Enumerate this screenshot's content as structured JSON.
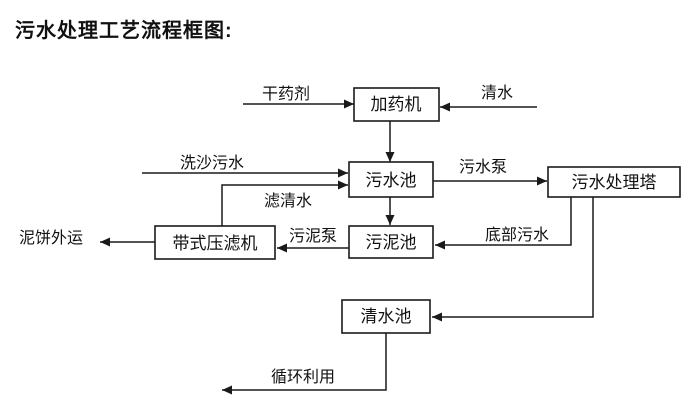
{
  "title": "污水处理工艺流程框图:",
  "nodes": {
    "dosing_machine": "加药机",
    "sewage_pool": "污水池",
    "treatment_tower": "污水处理塔",
    "sludge_pool": "污泥池",
    "belt_filter_press": "带式压滤机",
    "clear_water_pool": "清水池"
  },
  "edges": {
    "dry_agent": "干药剂",
    "clear_water": "清水",
    "sand_washing_sewage": "洗沙污水",
    "sewage_pump": "污水泵",
    "filtered_water": "滤清水",
    "sludge_pump": "污泥泵",
    "bottom_sewage": "底部污水",
    "mud_cake_outbound": "泥饼外运",
    "recycling": "循环利用"
  },
  "colors": {
    "background": "#ffffff",
    "line": "#1a1a1a",
    "text": "#111111"
  }
}
